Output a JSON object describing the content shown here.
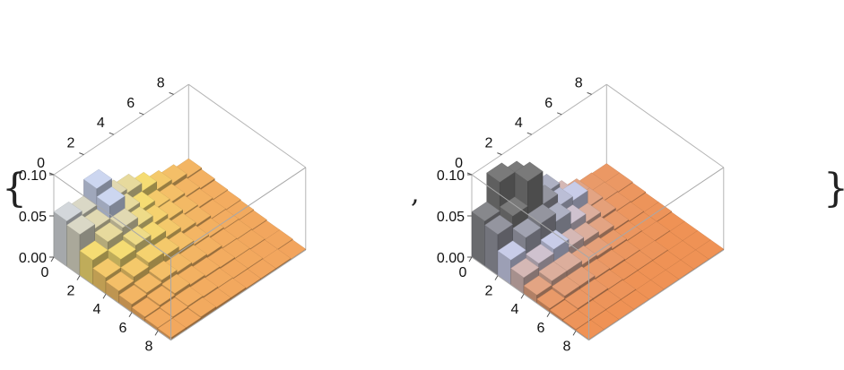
{
  "wrapper": {
    "open": "{",
    "separator": ",",
    "close": "}"
  },
  "chart_data": [
    {
      "type": "bar3d",
      "x_ticks": [
        "0",
        "2",
        "4",
        "6",
        "8"
      ],
      "y_ticks": [
        "0",
        "2",
        "4",
        "6",
        "8"
      ],
      "z_ticks": [
        "0.00",
        "0.05",
        "0.10"
      ],
      "xlim": [
        0,
        9
      ],
      "ylim": [
        0,
        9
      ],
      "zlim": [
        0,
        0.1
      ],
      "grid": false,
      "colors": {
        "palette": "orange-yellow-lavender",
        "top_high": "#ccd6f0",
        "top_mid": "#f5dc73",
        "top_low": "#f2a25c",
        "floor": "#e9a060"
      },
      "heights": [
        [
          0.055,
          0.05,
          0.07,
          0.045,
          0.04,
          0.03,
          0.02,
          0.015,
          0.01
        ],
        [
          0.05,
          0.045,
          0.06,
          0.04,
          0.03,
          0.02,
          0.015,
          0.01,
          0.008
        ],
        [
          0.03,
          0.04,
          0.045,
          0.035,
          0.025,
          0.018,
          0.012,
          0.008,
          0.006
        ],
        [
          0.02,
          0.03,
          0.035,
          0.028,
          0.02,
          0.014,
          0.01,
          0.006,
          0.005
        ],
        [
          0.015,
          0.02,
          0.025,
          0.02,
          0.015,
          0.01,
          0.007,
          0.005,
          0.004
        ],
        [
          0.01,
          0.012,
          0.015,
          0.012,
          0.01,
          0.008,
          0.005,
          0.004,
          0.003
        ],
        [
          0.006,
          0.008,
          0.01,
          0.008,
          0.006,
          0.005,
          0.004,
          0.003,
          0.002
        ],
        [
          0.004,
          0.005,
          0.006,
          0.005,
          0.004,
          0.003,
          0.003,
          0.002,
          0.002
        ],
        [
          0.003,
          0.003,
          0.004,
          0.003,
          0.003,
          0.002,
          0.002,
          0.002,
          0.001
        ]
      ]
    },
    {
      "type": "bar3d",
      "x_ticks": [
        "0",
        "2",
        "4",
        "6",
        "8"
      ],
      "y_ticks": [
        "0",
        "2",
        "4",
        "6",
        "8"
      ],
      "z_ticks": [
        "0.00",
        "0.05",
        "0.10"
      ],
      "xlim": [
        0,
        9
      ],
      "ylim": [
        0,
        9
      ],
      "zlim": [
        0,
        0.1
      ],
      "grid": false,
      "colors": {
        "palette": "gray-orange-cream",
        "top_high": "#7a7a7a",
        "top_mid": "#c8cce8",
        "top_low": "#f09050",
        "floor": "#ffd060"
      },
      "heights": [
        [
          0.055,
          0.09,
          0.08,
          0.045,
          0.04,
          0.02,
          0.01,
          0.005,
          0.004
        ],
        [
          0.05,
          0.06,
          0.09,
          0.05,
          0.035,
          0.03,
          0.01,
          0.005,
          0.004
        ],
        [
          0.03,
          0.045,
          0.05,
          0.04,
          0.025,
          0.015,
          0.008,
          0.004,
          0.003
        ],
        [
          0.02,
          0.025,
          0.03,
          0.02,
          0.015,
          0.01,
          0.005,
          0.003,
          0.002
        ],
        [
          0.01,
          0.015,
          0.015,
          0.01,
          0.008,
          0.005,
          0.003,
          0.002,
          0.002
        ],
        [
          0.005,
          0.008,
          0.008,
          0.005,
          0.004,
          0.003,
          0.002,
          0.002,
          0.001
        ],
        [
          0.003,
          0.004,
          0.004,
          0.003,
          0.002,
          0.002,
          0.002,
          0.001,
          0.001
        ],
        [
          0.002,
          0.002,
          0.002,
          0.002,
          0.001,
          0.001,
          0.001,
          0.001,
          0.001
        ],
        [
          0.001,
          0.001,
          0.001,
          0.001,
          0.001,
          0.001,
          0.001,
          0.001,
          0.001
        ]
      ]
    }
  ]
}
